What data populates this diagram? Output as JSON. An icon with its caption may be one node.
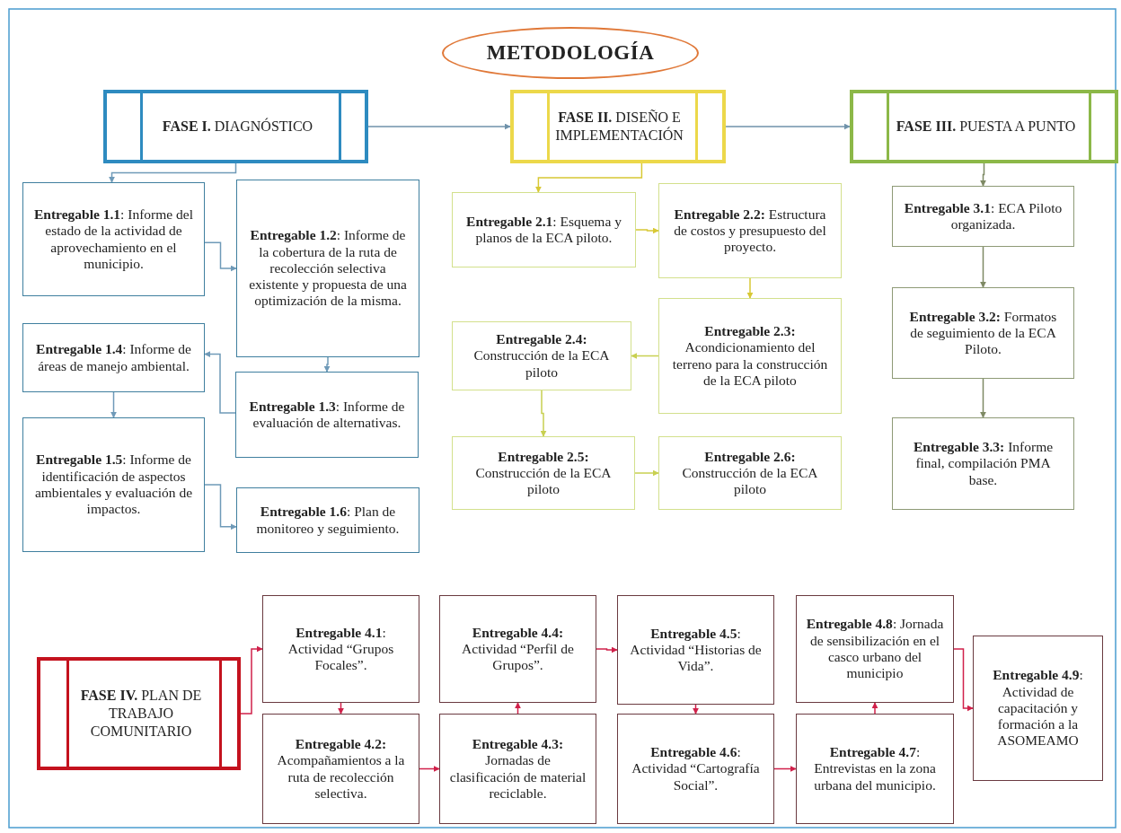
{
  "diagram": {
    "title": "METODOLOGÍA",
    "nodes": [
      {
        "text": [
          "**FASE I.** DIAGNÓSTICO"
        ]
      },
      {
        "text": [
          "**Entregable 1.1**: Informe del estado de la actividad de aprovechamiento en el municipio."
        ]
      },
      {
        "text": [
          "**Entregable 1.2**: Informe de la cobertura de la ruta de recolección selectiva existente y propuesta de una optimización de la misma."
        ]
      },
      {
        "text": [
          "**Entregable 1.3**: Informe de evaluación de alternativas."
        ]
      },
      {
        "text": [
          "**Entregable 1.4**: Informe de áreas de manejo ambiental."
        ]
      },
      {
        "text": [
          "**Entregable 1.5**: Informe de identificación de aspectos ambientales y evaluación de impactos."
        ]
      },
      {
        "text": [
          "**Entregable 1.6**: Plan de monitoreo y seguimiento."
        ]
      },
      {
        "text": [
          "**FASE II.** DISEÑO E IMPLEMENTACIÓN"
        ]
      },
      {
        "text": [
          "**Entregable 2.1**: Esquema y planos de la ECA piloto."
        ]
      },
      {
        "text": [
          "**Entregable 2.2:** Estructura de costos y presupuesto del proyecto."
        ]
      },
      {
        "text": [
          "**Entregable 2.3:** Acondicionamiento del terreno para la construcción de la ECA piloto"
        ]
      },
      {
        "text": [
          "**Entregable 2.4:** Construcción de la ECA piloto"
        ]
      },
      {
        "text": [
          "**Entregable 2.5:** Construcción de la ECA piloto"
        ]
      },
      {
        "text": [
          "**Entregable 2.6:** Construcción de la ECA piloto"
        ]
      },
      {
        "text": [
          "**FASE III.** PUESTA A PUNTO"
        ]
      },
      {
        "text": [
          "**Entregable 3.1**: ECA Piloto organizada."
        ]
      },
      {
        "text": [
          "**Entregable 3.2:** Formatos de seguimiento de la ECA Piloto."
        ]
      },
      {
        "text": [
          "**Entregable 3.3:** Informe final, compilación PMA base."
        ]
      },
      {
        "text": [
          "**FASE IV.** PLAN DE TRABAJO COMUNITARIO"
        ]
      },
      {
        "text": [
          "**Entregable 4.1**: Actividad “Grupos Focales”."
        ]
      },
      {
        "text": [
          "**Entregable 4.2:** Acompañamientos a la ruta de recolección selectiva."
        ]
      },
      {
        "text": [
          "**Entregable 4.3:** Jornadas de clasificación de material reciclable."
        ]
      },
      {
        "text": [
          "**Entregable 4.4:** Actividad “Perfil de Grupos”."
        ]
      },
      {
        "text": [
          "**Entregable 4.5**: Actividad “Historias de Vida”."
        ]
      },
      {
        "text": [
          "**Entregable 4.6**: Actividad “Cartografía Social”."
        ]
      },
      {
        "text": [
          "**Entregable 4.7**: Entrevistas en la zona urbana del municipio."
        ]
      },
      {
        "text": [
          "**Entregable 4.8**: Jornada de sensibilización en el casco urbano del municipio"
        ]
      },
      {
        "text": [
          "**Entregable 4.9**: Actividad de capacitación y formación a la ASOMEAMO"
        ]
      }
    ],
    "edges": [
      {
        "from": 0,
        "to": 7,
        "arrow": "to",
        "color": "#6f92aa"
      },
      {
        "from": 7,
        "to": 14,
        "arrow": "to",
        "color": "#6f92aa"
      },
      {
        "from": 0,
        "to": 1,
        "arrow": "to",
        "color": "#6f9ab8"
      },
      {
        "from": 1,
        "to": 2,
        "arrow": "to",
        "color": "#6f9ab8"
      },
      {
        "from": 2,
        "to": 3,
        "arrow": "to",
        "color": "#6f9ab8"
      },
      {
        "from": 3,
        "to": 4,
        "arrow": "to",
        "color": "#6f9ab8"
      },
      {
        "from": 4,
        "to": 5,
        "arrow": "to",
        "color": "#6f9ab8"
      },
      {
        "from": 5,
        "to": 6,
        "arrow": "to",
        "color": "#6f9ab8"
      },
      {
        "from": 7,
        "to": 8,
        "arrow": "to",
        "color": "#d8c834"
      },
      {
        "from": 8,
        "to": 9,
        "arrow": "to",
        "color": "#d8c834"
      },
      {
        "from": 9,
        "to": 10,
        "arrow": "to",
        "color": "#d8c834"
      },
      {
        "from": 10,
        "to": 11,
        "arrow": "to",
        "color": "#c8d050"
      },
      {
        "from": 11,
        "to": 12,
        "arrow": "to",
        "color": "#c8d050"
      },
      {
        "from": 12,
        "to": 13,
        "arrow": "to",
        "color": "#c8d050"
      },
      {
        "from": 14,
        "to": 15,
        "arrow": "to",
        "color": "#7e8a64"
      },
      {
        "from": 15,
        "to": 16,
        "arrow": "to",
        "color": "#7e8a64"
      },
      {
        "from": 16,
        "to": 17,
        "arrow": "to",
        "color": "#7e8a64"
      },
      {
        "from": 18,
        "to": 19,
        "arrow": "to",
        "color": "#d0204a"
      },
      {
        "from": 19,
        "to": 20,
        "arrow": "to",
        "color": "#d0204a"
      },
      {
        "from": 20,
        "to": 21,
        "arrow": "to",
        "color": "#d0204a"
      },
      {
        "from": 21,
        "to": 22,
        "arrow": "to",
        "color": "#d0204a"
      },
      {
        "from": 22,
        "to": 23,
        "arrow": "to",
        "color": "#d0204a"
      },
      {
        "from": 23,
        "to": 24,
        "arrow": "to",
        "color": "#d0204a"
      },
      {
        "from": 24,
        "to": 25,
        "arrow": "to",
        "color": "#d0204a"
      },
      {
        "from": 25,
        "to": 26,
        "arrow": "to",
        "color": "#d0204a"
      },
      {
        "from": 26,
        "to": 27,
        "arrow": "to",
        "color": "#d0204a"
      }
    ]
  }
}
